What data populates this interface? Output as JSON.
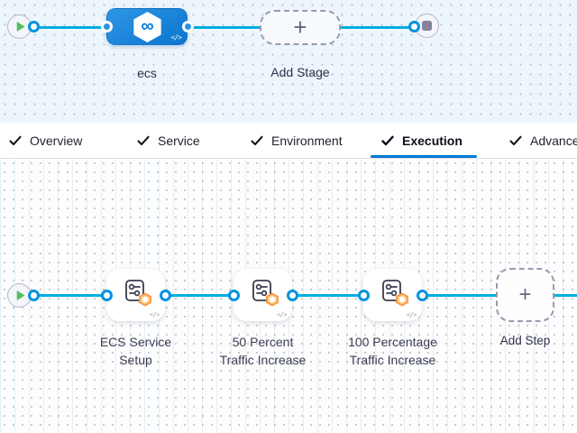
{
  "stage_canvas": {
    "start_node": "play",
    "stage": {
      "name": "ecs",
      "icon_glyph": "∞",
      "code_toggle": "</>"
    },
    "add_stage": {
      "label": "Add Stage",
      "plus": "+"
    },
    "end_node": "stop"
  },
  "tab_bar": {
    "tabs": [
      {
        "label": "Overview",
        "checked": true,
        "active": false
      },
      {
        "label": "Service",
        "checked": true,
        "active": false
      },
      {
        "label": "Environment",
        "checked": true,
        "active": false
      },
      {
        "label": "Execution",
        "checked": true,
        "active": true
      },
      {
        "label": "Advanced",
        "checked": true,
        "active": false
      }
    ]
  },
  "execution_canvas": {
    "steps": [
      {
        "name": "ECS Service\nSetup",
        "code_toggle": "</>"
      },
      {
        "name": "50 Percent\nTraffic Increase",
        "code_toggle": "</>"
      },
      {
        "name": "100 Percentage\nTraffic Increase",
        "code_toggle": "</>"
      }
    ],
    "add_step": {
      "label": "Add Step",
      "plus": "+"
    }
  },
  "icons": {
    "play": "green triangle in circle",
    "stop": "gray square in circle",
    "stage": "white hexagon with blue loop",
    "step": "settings sliders in rounded square",
    "badge": "orange hexagon",
    "tab_check": "dark checkmark"
  },
  "colors": {
    "connector": "#00ade4",
    "port_ring": "#0292e0",
    "accent": "#0278d5",
    "stage_node_blue": "#0b74cf",
    "canvas_top_bg": "#edf6fc",
    "badge_orange": "#f5913e",
    "play_green": "#50bd5b"
  }
}
